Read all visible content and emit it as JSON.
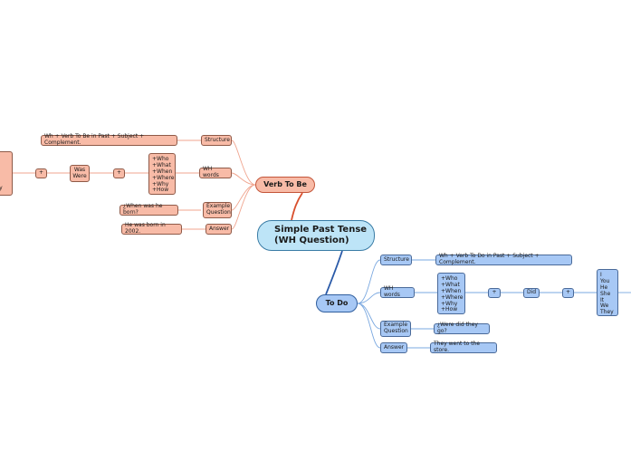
{
  "root": {
    "title": "Simple Past Tense\n(WH Question)"
  },
  "colors": {
    "orange_fill": "#f8bba7",
    "orange_line": "#e87a5c",
    "blue_fill": "#a7c8f5",
    "blue_line": "#5b8fd0",
    "root_fill": "#bde4f7"
  },
  "verb_to_be": {
    "label": "Verb To Be",
    "structure_label": "Structure",
    "structure_value": "Wh + Verb To Be in Past + Subject + Complement.",
    "wh_words_label": "WH words",
    "wh_words_list": "+Who\n+What\n+When\n+Where\n+Why\n+How",
    "plus_1": "+",
    "was_were": "Was\nWere",
    "plus_2": "+",
    "subjects": "You\nHe\nShe\nIt\nWe\nThey",
    "example_label": "Example\nQuestion",
    "example_value": "¿When was he born?",
    "answer_label": "Answer",
    "answer_value": "He was born in 2002."
  },
  "to_do": {
    "label": "To Do",
    "structure_label": "Structure",
    "structure_value": "Wh + Verb To Do in Past + Subject + Complement.",
    "wh_words_label": "WH words",
    "wh_words_list": "+Who\n+What\n+When\n+Where\n+Why\n+How",
    "plus_1": "+",
    "did": "Did",
    "plus_2": "+",
    "subjects": "I\nYou\nHe\nShe\nIt\nWe\nThey",
    "example_label": "Example\nQuestion",
    "example_value": "¿Were did they go?",
    "answer_label": "Answer",
    "answer_value": "They went to the store."
  }
}
